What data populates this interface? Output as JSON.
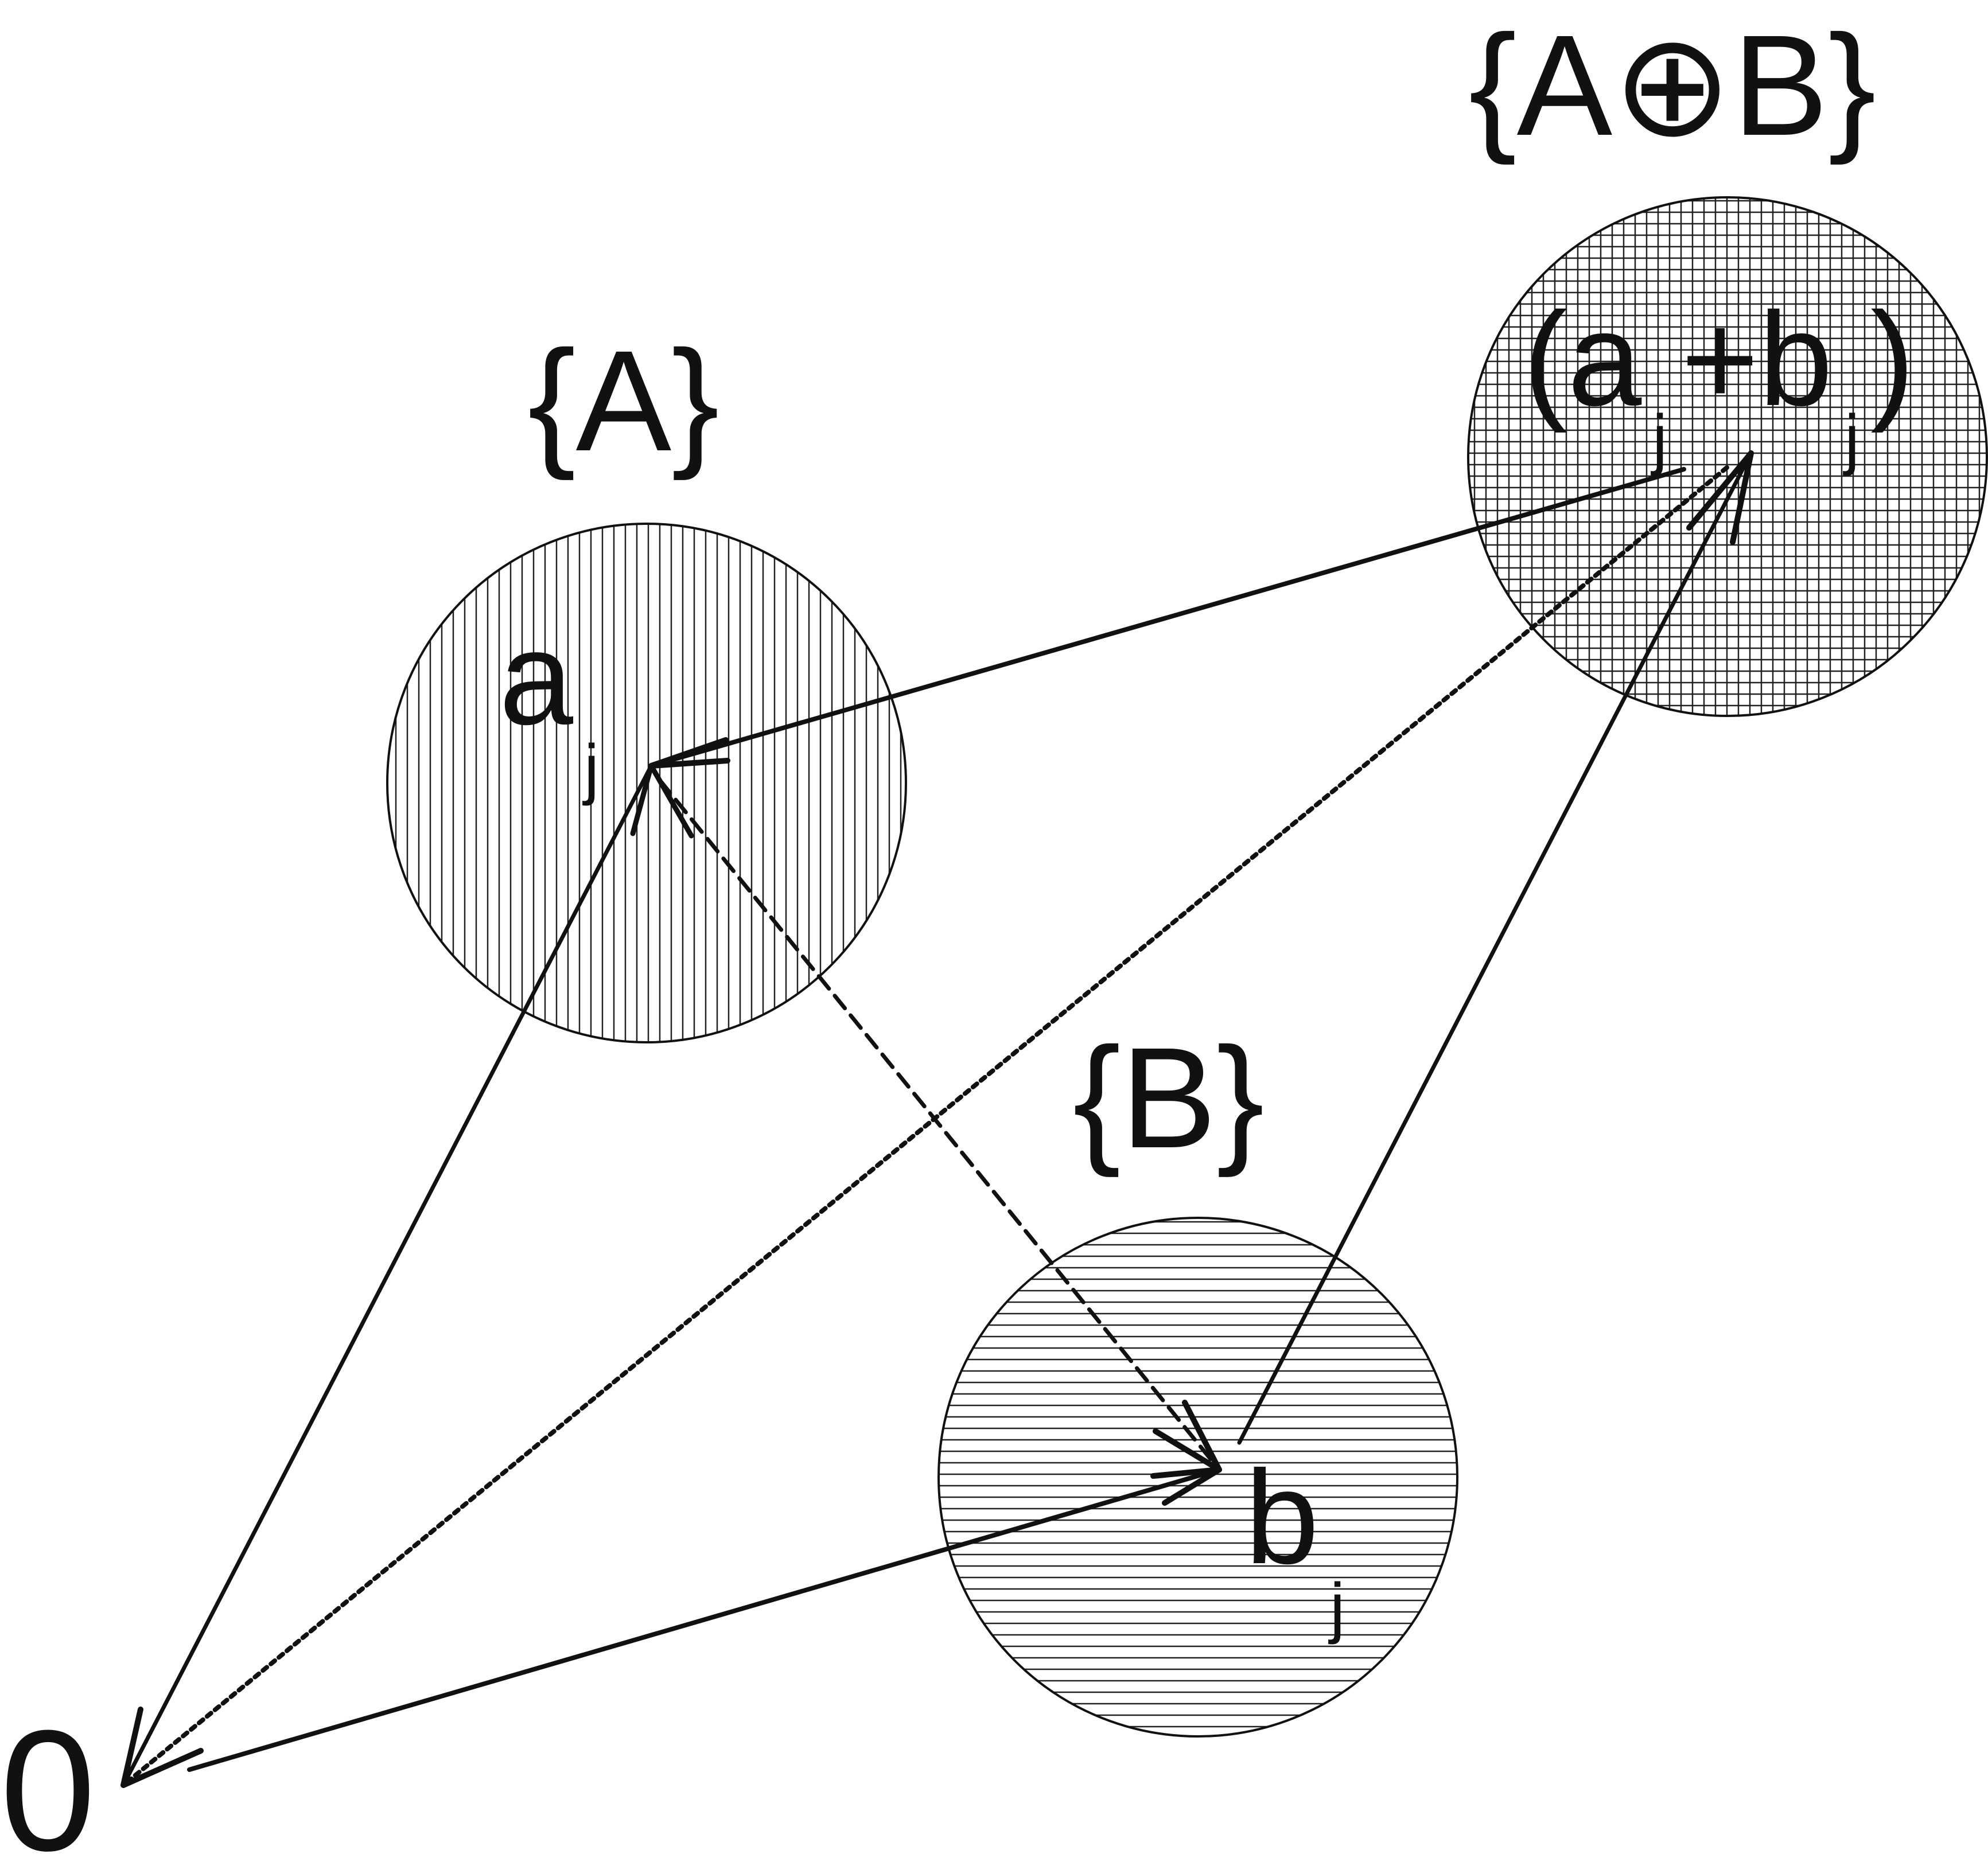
{
  "labels": {
    "set_a": "{A}",
    "set_b": "{B}",
    "set_sum": "{A⊕B}",
    "point_a": "a",
    "point_a_sub": "j",
    "point_b": "b",
    "point_b_sub": "j",
    "point_sum_open": "(a",
    "point_sum_sub_a": "j",
    "point_sum_plus": "+b",
    "point_sum_sub_b": "j",
    "point_sum_close": ")",
    "origin": "0"
  },
  "styles": {
    "stroke_color": "#111111",
    "background": "#ffffff"
  }
}
